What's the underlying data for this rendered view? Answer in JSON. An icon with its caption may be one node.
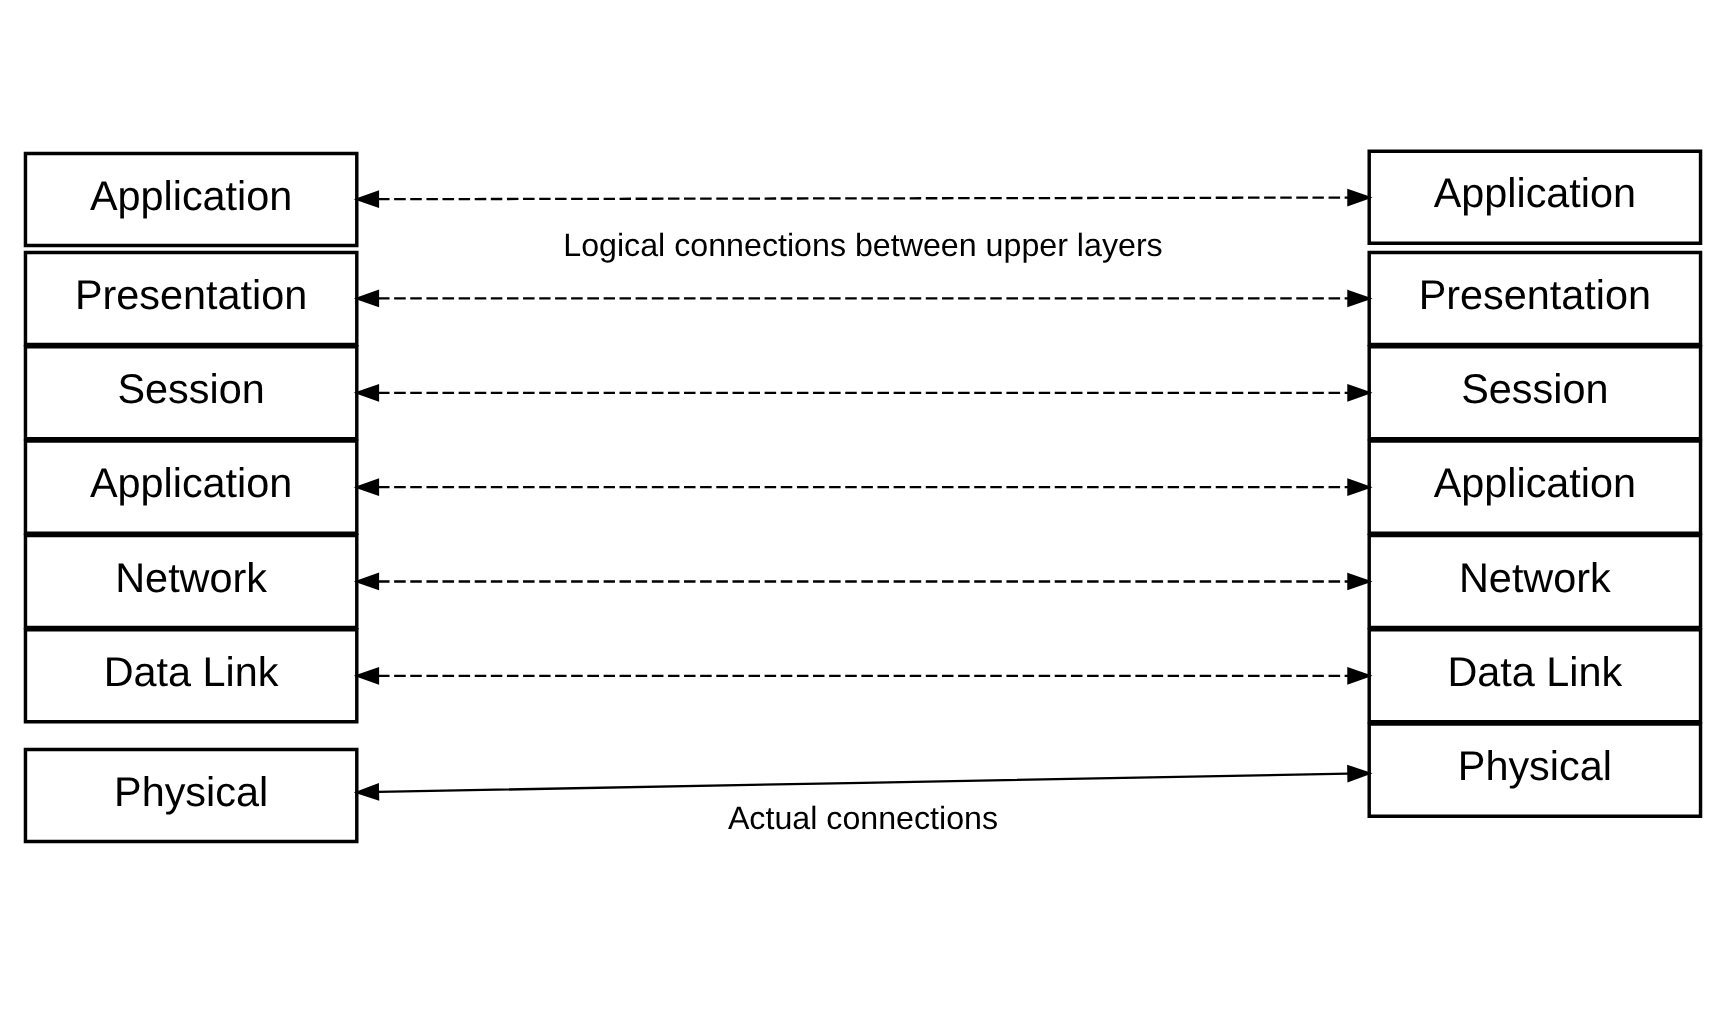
{
  "diagram": {
    "nodes": [
      {
        "text": [
          "Application"
        ]
      },
      {
        "text": [
          "Presentation"
        ]
      },
      {
        "text": [
          "Session"
        ]
      },
      {
        "text": [
          "Application"
        ]
      },
      {
        "text": [
          "Network"
        ]
      },
      {
        "text": [
          "Data Link"
        ]
      },
      {
        "text": [
          "Physical"
        ]
      },
      {
        "text": [
          "Application"
        ]
      },
      {
        "text": [
          "Presentation"
        ]
      },
      {
        "text": [
          "Session"
        ]
      },
      {
        "text": [
          "Application"
        ]
      },
      {
        "text": [
          "Network"
        ]
      },
      {
        "text": [
          "Data Link"
        ]
      },
      {
        "text": [
          "Physical"
        ]
      }
    ],
    "edges": [
      {
        "from": 0,
        "to": 7,
        "arrow": "both",
        "style": "dashed"
      },
      {
        "from": 1,
        "to": 8,
        "arrow": "both",
        "style": "dashed"
      },
      {
        "from": 2,
        "to": 9,
        "arrow": "both",
        "style": "dashed"
      },
      {
        "from": 3,
        "to": 10,
        "arrow": "both",
        "style": "dashed"
      },
      {
        "from": 4,
        "to": 11,
        "arrow": "both",
        "style": "dashed"
      },
      {
        "from": 5,
        "to": 12,
        "arrow": "both",
        "style": "dashed"
      },
      {
        "from": 6,
        "to": 13,
        "arrow": "both"
      }
    ],
    "labels": [
      "Logical connections between upper layers",
      "Actual connections"
    ]
  }
}
